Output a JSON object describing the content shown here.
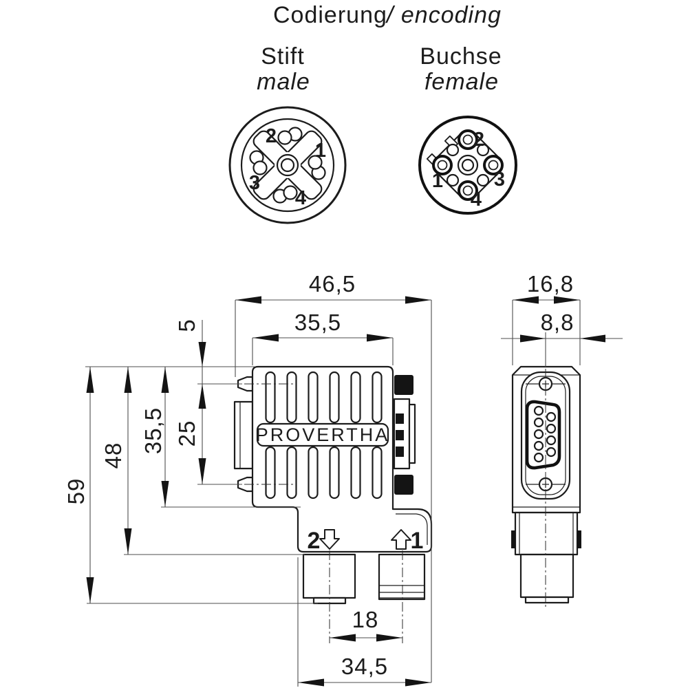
{
  "header": {
    "title_de": "Codierung",
    "title_en": "/ encoding",
    "male_de": "Stift",
    "male_en": "male",
    "female_de": "Buchse",
    "female_en": "female"
  },
  "male_view": {
    "pins": [
      "1",
      "2",
      "3",
      "4"
    ]
  },
  "female_view": {
    "pins": [
      "1",
      "2",
      "3",
      "4"
    ]
  },
  "front_view": {
    "brand": "PROVERTHA",
    "port_left": "2",
    "port_right": "1",
    "dims": {
      "overall_width": "46,5",
      "body_width": "35,5",
      "top_to_screw": "5",
      "screw_spacing": "25",
      "body_height": "35,5",
      "to_gland_base": "48",
      "overall_height": "59",
      "port_spacing": "18",
      "lower_width": "34,5"
    }
  },
  "side_view": {
    "dims": {
      "depth": "16,8",
      "center_offset": "8,8"
    }
  },
  "colors": {
    "line": "#1c1c1c",
    "dimension": "#4d4d4d"
  }
}
